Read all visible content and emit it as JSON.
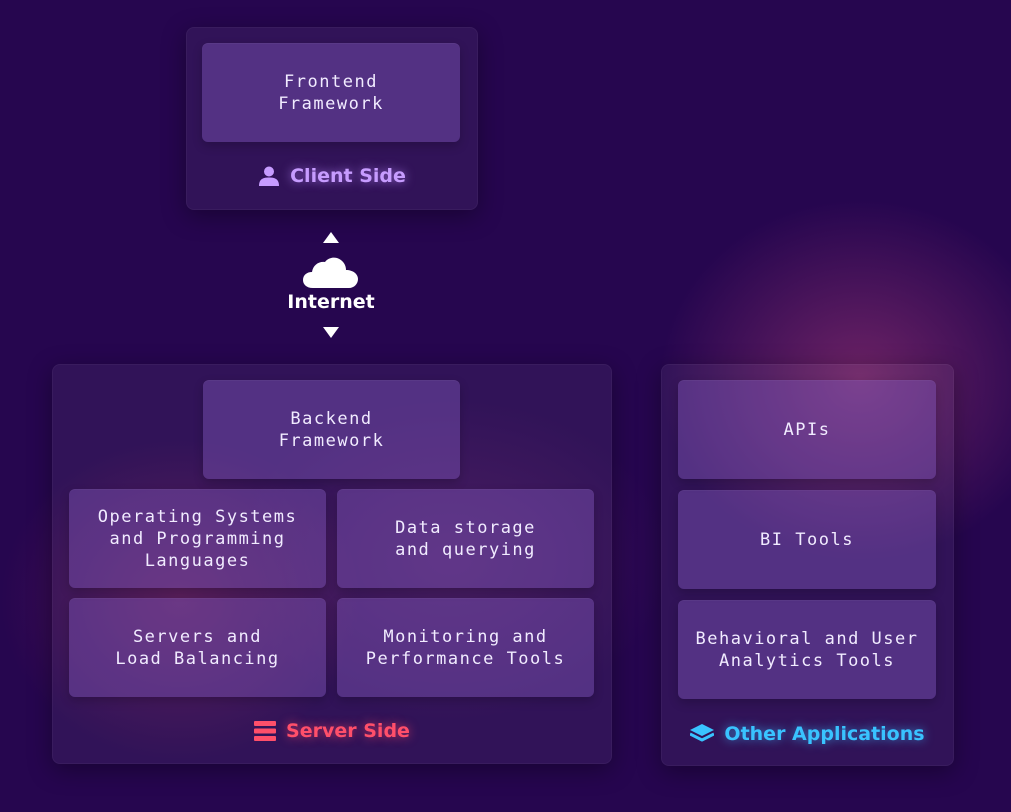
{
  "client": {
    "boxes": {
      "frontend": "Frontend\nFramework"
    },
    "label": "Client Side",
    "icon": "user-icon",
    "color": "#c79cff"
  },
  "internet": {
    "label": "Internet",
    "icon": "cloud-icon"
  },
  "server": {
    "boxes": {
      "backend": "Backend\nFramework",
      "os": "Operating Systems\nand Programming\nLanguages",
      "data": "Data storage\nand querying",
      "servers": "Servers and\nLoad Balancing",
      "monitoring": "Monitoring and\nPerformance Tools"
    },
    "label": "Server Side",
    "icon": "server-stack-icon",
    "color": "#ff4f6a"
  },
  "other": {
    "boxes": {
      "apis": "APIs",
      "bi": "BI Tools",
      "behavioral": "Behavioral and User\nAnalytics Tools"
    },
    "label": "Other Applications",
    "icon": "layers-icon",
    "color": "#39c3ff"
  },
  "colors": {
    "background": "#26064f"
  }
}
